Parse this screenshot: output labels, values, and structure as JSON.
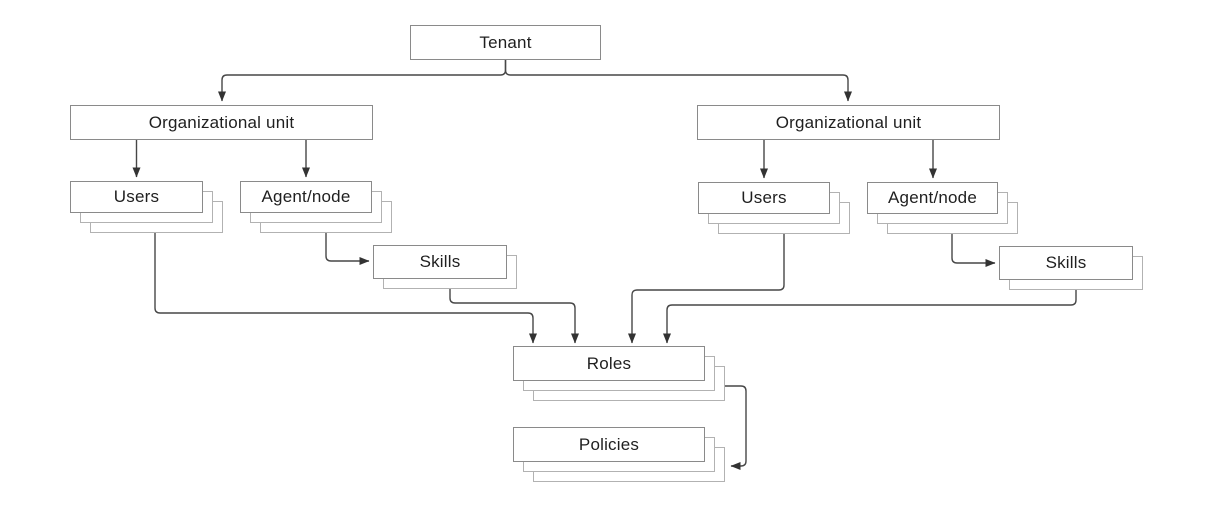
{
  "diagram": {
    "title": "Tenant hierarchy diagram",
    "nodes": {
      "tenant": {
        "label": "Tenant"
      },
      "org_left": {
        "label": "Organizational unit"
      },
      "org_right": {
        "label": "Organizational unit"
      },
      "users_left": {
        "label": "Users"
      },
      "agent_left": {
        "label": "Agent/node"
      },
      "skills_left": {
        "label": "Skills"
      },
      "users_right": {
        "label": "Users"
      },
      "agent_right": {
        "label": "Agent/node"
      },
      "skills_right": {
        "label": "Skills"
      },
      "roles": {
        "label": "Roles"
      },
      "policies": {
        "label": "Policies"
      }
    },
    "edges": [
      {
        "from": "Tenant",
        "to": "Organizational unit (left)"
      },
      {
        "from": "Tenant",
        "to": "Organizational unit (right)"
      },
      {
        "from": "Organizational unit (left)",
        "to": "Users (left)"
      },
      {
        "from": "Organizational unit (left)",
        "to": "Agent/node (left)"
      },
      {
        "from": "Agent/node (left)",
        "to": "Skills (left)"
      },
      {
        "from": "Organizational unit (right)",
        "to": "Users (right)"
      },
      {
        "from": "Organizational unit (right)",
        "to": "Agent/node (right)"
      },
      {
        "from": "Agent/node (right)",
        "to": "Skills (right)"
      },
      {
        "from": "Users (left)",
        "to": "Roles"
      },
      {
        "from": "Skills (left)",
        "to": "Roles"
      },
      {
        "from": "Users (right)",
        "to": "Roles"
      },
      {
        "from": "Skills (right)",
        "to": "Roles"
      },
      {
        "from": "Roles",
        "to": "Policies"
      }
    ],
    "colors": {
      "background": "#ffffff",
      "line": "#474747",
      "arrow": "#333333",
      "box_border": "#8a8a8a",
      "shadow_border": "#b2b2b2",
      "text": "#1f1f1f"
    }
  }
}
